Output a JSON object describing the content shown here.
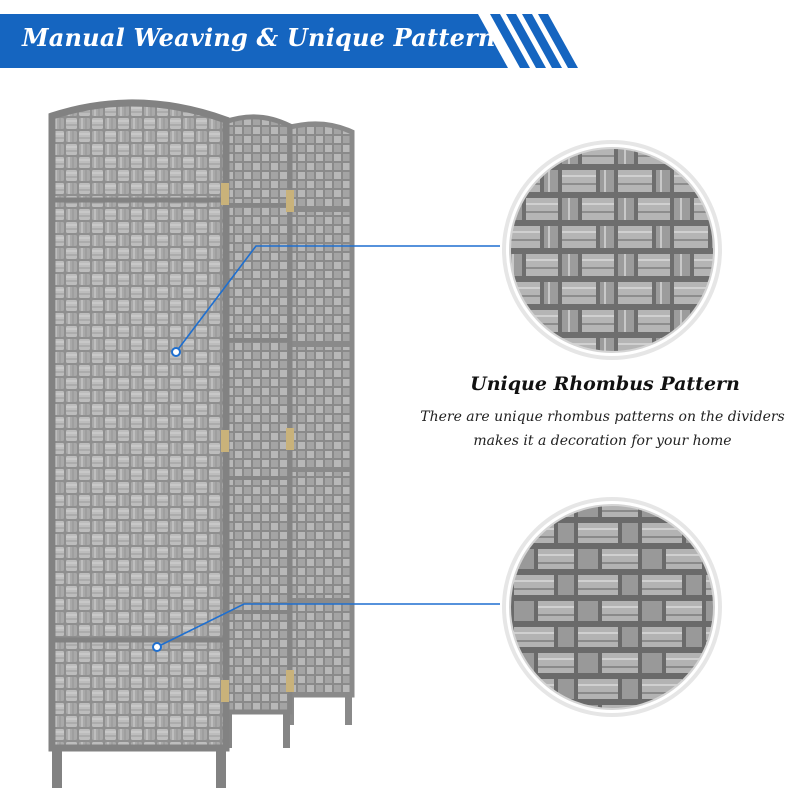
{
  "banner": {
    "title": "Manual Weaving & Unique Pattern",
    "color": "#1565c0"
  },
  "callout": {
    "title": "Unique Rhombus Pattern",
    "line1": "There are unique rhombus patterns on the dividers",
    "line2": "makes it a decoration for your home"
  },
  "colors": {
    "leader_line": "#1e6fd0",
    "weave_light": "#b9b9b9",
    "weave_dark": "#7e7e7e",
    "frame": "#8a8a8a"
  }
}
